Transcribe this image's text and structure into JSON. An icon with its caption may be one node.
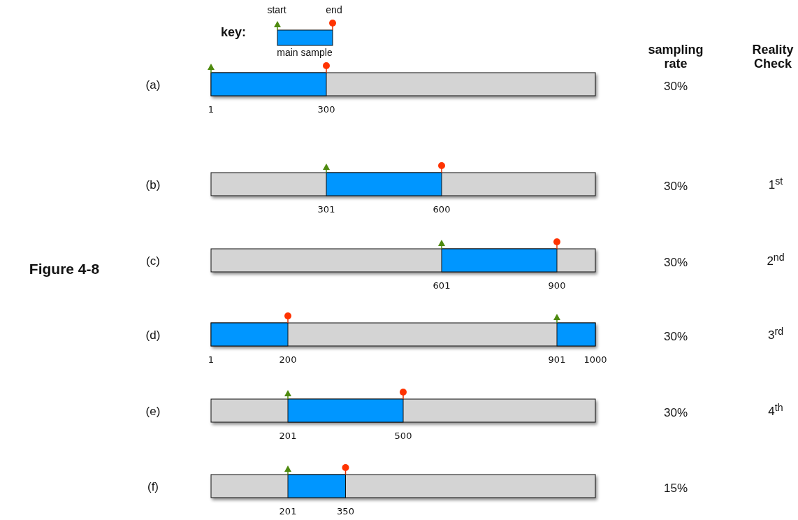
{
  "diagram": {
    "title": "Figure 4-8",
    "labels": [
      "key:",
      "sampling rate",
      "Reality Check",
      "(a)",
      "30%",
      "1",
      "300",
      "(b)",
      "30%",
      "1$^{st}$",
      "301",
      "600",
      "(c)",
      "30%",
      "2$^{nd}$",
      "601",
      "900",
      "(d)",
      "30%",
      "3$^{rd}$",
      "1",
      "200",
      "901",
      "1000",
      "(e)",
      "30%",
      "4$^{th}$",
      "201",
      "500",
      "(f)",
      "15%",
      "201",
      "350"
    ],
    "legend": [
      {
        "text": "start"
      },
      {
        "text": "end"
      },
      {
        "text": "main sample",
        "color": "#0096ff"
      }
    ]
  }
}
